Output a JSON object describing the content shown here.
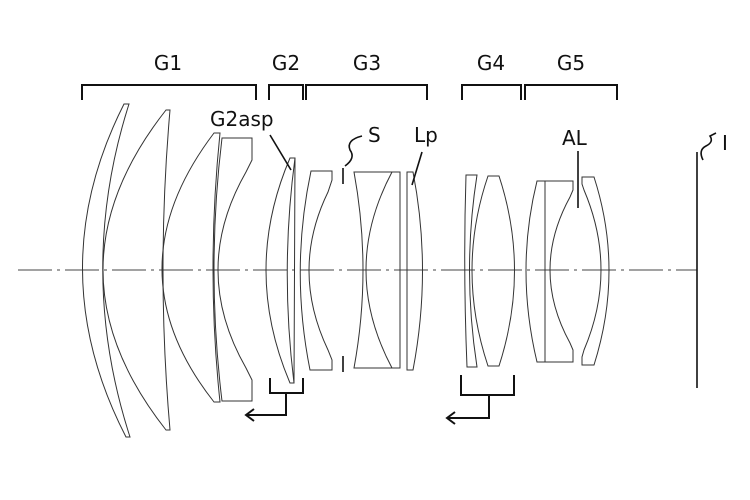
{
  "groups": {
    "g1": "G1",
    "g2": "G2",
    "g3": "G3",
    "g4": "G4",
    "g5": "G5"
  },
  "labels": {
    "g2asp": "G2asp",
    "stop": "S",
    "lp": "Lp",
    "al": "AL",
    "image_plane": "I"
  }
}
